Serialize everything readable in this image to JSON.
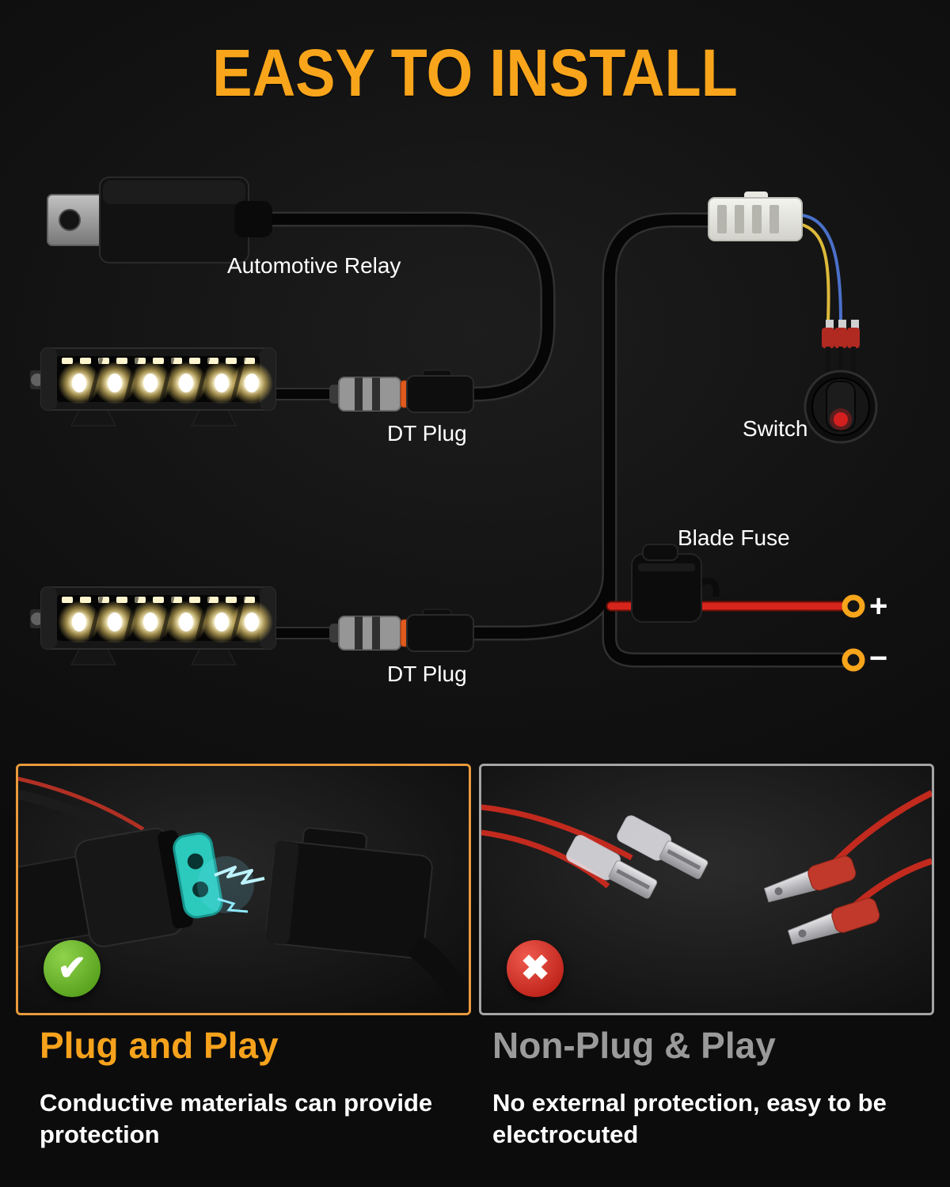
{
  "title": "EASY TO INSTALL",
  "diagram": {
    "relay_label": "Automotive Relay",
    "dt_plug_top_label": "DT Plug",
    "dt_plug_bottom_label": "DT Plug",
    "switch_label": "Switch",
    "blade_fuse_label": "Blade Fuse",
    "positive_terminal": "+",
    "negative_terminal": "−"
  },
  "comparison": {
    "left": {
      "icon": "✔",
      "heading": "Plug and Play",
      "description": "Conductive materials can provide protection"
    },
    "right": {
      "icon": "✖",
      "heading": "Non-Plug & Play",
      "description": "No external protection, easy to be electrocuted"
    }
  },
  "colors": {
    "title_orange": "#F9A51B",
    "accent_orange": "#F6A21C",
    "positive_wire_red": "#D8251C",
    "terminal_ring_orange": "#F7A51B",
    "check_green": "#6CB52E",
    "cross_red": "#D8342C",
    "muted_gray": "#9A9A9A",
    "seal_teal": "#2CC9BD",
    "background": "#141414"
  }
}
